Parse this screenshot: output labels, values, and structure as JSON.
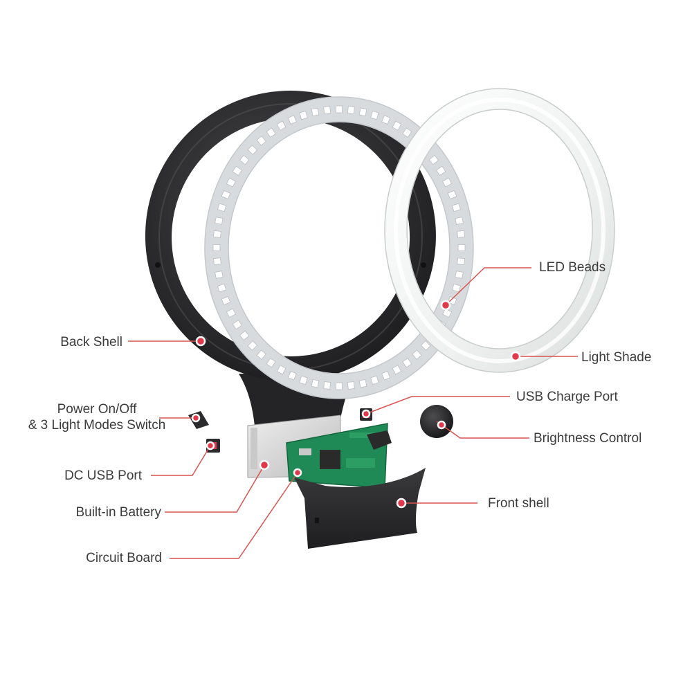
{
  "labels": {
    "led_beads": "LED Beads",
    "light_shade": "Light Shade",
    "back_shell": "Back Shell",
    "usb_charge_port": "USB Charge Port",
    "power_switch_line1": "Power On/Off",
    "power_switch_line2": "& 3 Light Modes Switch",
    "brightness_control": "Brightness Control",
    "dc_usb_port": "DC USB Port",
    "front_shell": "Front shell",
    "built_in_battery": "Built-in Battery",
    "circuit_board": "Circuit Board"
  },
  "colors": {
    "accent": "#e0394a",
    "leader": "#d9534f",
    "shell": "#2b2b2d",
    "shade": "#f2f4f3",
    "bead_ring": "#d8dbde",
    "pcb": "#1f8a55",
    "text": "#3b3b3b"
  }
}
